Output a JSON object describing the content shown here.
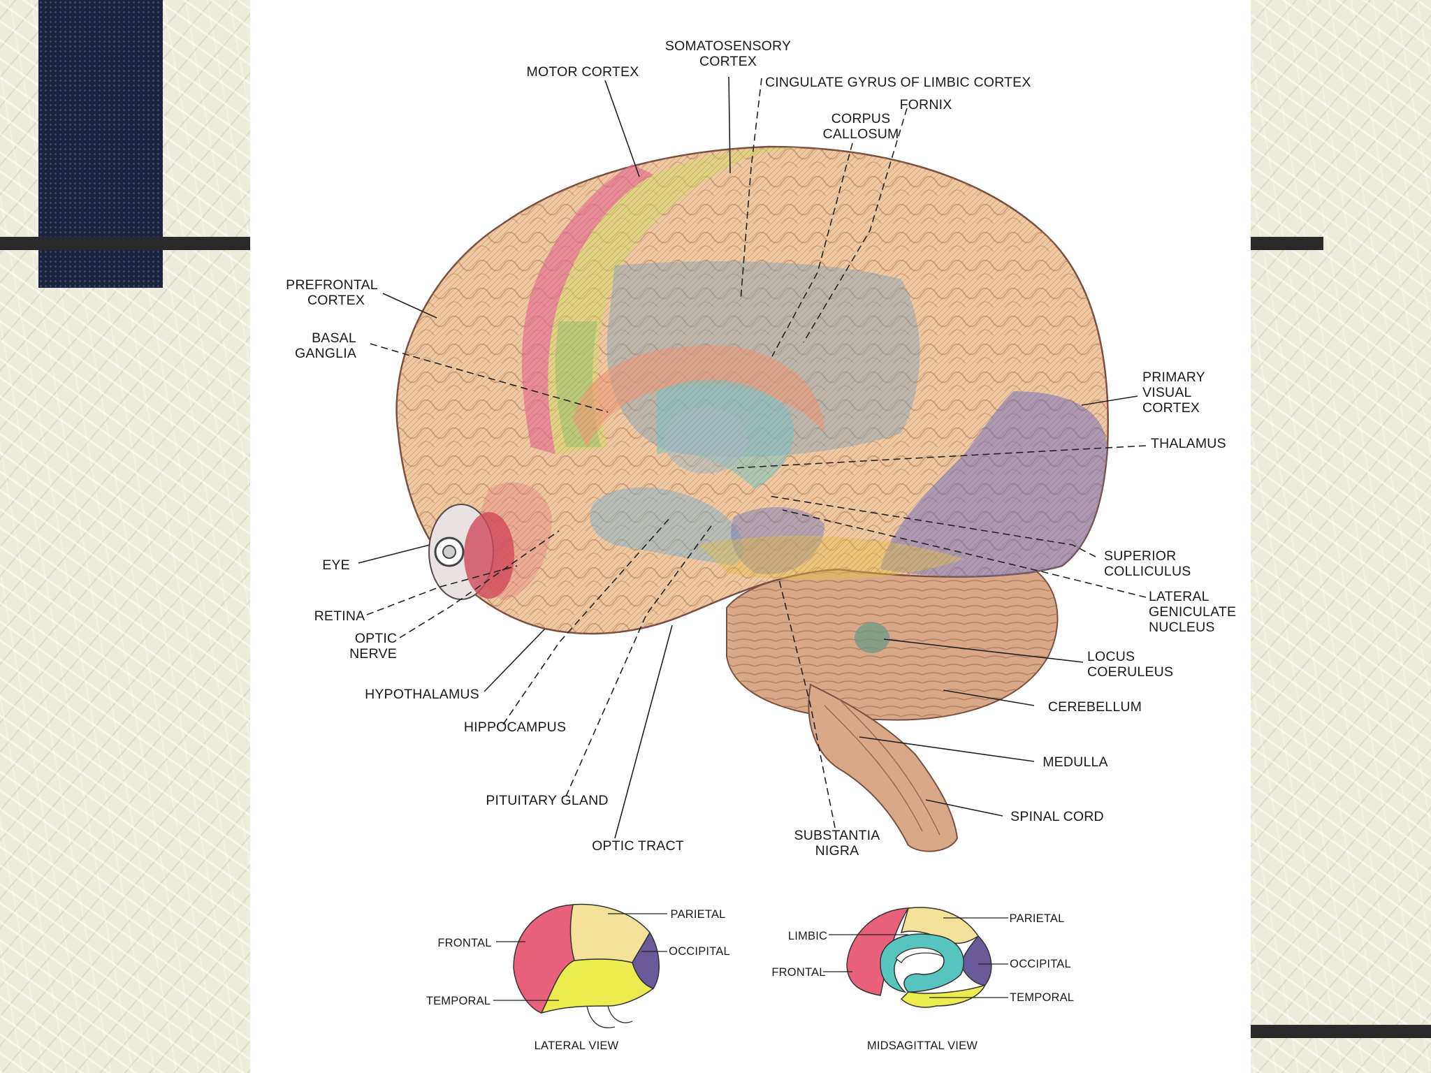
{
  "labels": {
    "somatosensory_cortex_1": "SOMATOSENSORY",
    "somatosensory_cortex_2": "CORTEX",
    "motor_cortex": "MOTOR CORTEX",
    "cingulate_gyrus": "CINGULATE GYRUS OF LIMBIC CORTEX",
    "fornix": "FORNIX",
    "corpus_callosum_1": "CORPUS",
    "corpus_callosum_2": "CALLOSUM",
    "prefrontal_cortex_1": "PREFRONTAL",
    "prefrontal_cortex_2": "CORTEX",
    "basal_ganglia_1": "BASAL",
    "basal_ganglia_2": "GANGLIA",
    "primary_visual_cortex_1": "PRIMARY",
    "primary_visual_cortex_2": "VISUAL",
    "primary_visual_cortex_3": "CORTEX",
    "thalamus": "THALAMUS",
    "eye": "EYE",
    "retina": "RETINA",
    "optic_nerve_1": "OPTIC",
    "optic_nerve_2": "NERVE",
    "superior_colliculus_1": "SUPERIOR",
    "superior_colliculus_2": "COLLICULUS",
    "lateral_geniculate_1": "LATERAL",
    "lateral_geniculate_2": "GENICULATE",
    "lateral_geniculate_3": "NUCLEUS",
    "locus_coeruleus_1": "LOCUS",
    "locus_coeruleus_2": "COERULEUS",
    "hypothalamus": "HYPOTHALAMUS",
    "cerebellum": "CEREBELLUM",
    "hippocampus": "HIPPOCAMPUS",
    "medulla": "MEDULLA",
    "pituitary_gland": "PITUITARY GLAND",
    "spinal_cord": "SPINAL CORD",
    "substantia_nigra_1": "SUBSTANTIA",
    "substantia_nigra_2": "NIGRA",
    "optic_tract": "OPTIC TRACT"
  },
  "lateral_view": {
    "frontal": "FRONTAL",
    "parietal": "PARIETAL",
    "occipital": "OCCIPITAL",
    "temporal": "TEMPORAL",
    "caption": "LATERAL VIEW"
  },
  "midsagittal_view": {
    "limbic": "LIMBIC",
    "parietal": "PARIETAL",
    "frontal": "FRONTAL",
    "occipital": "OCCIPITAL",
    "temporal": "TEMPORAL",
    "caption": "MIDSAGITTAL VIEW"
  },
  "colors": {
    "frontal": "#e8607a",
    "parietal": "#f5e29a",
    "occipital": "#6a5a9a",
    "temporal": "#ecec50",
    "limbic": "#58c4c0",
    "deco_block": "#1e2340",
    "brain_base": "#f0c9a2"
  }
}
